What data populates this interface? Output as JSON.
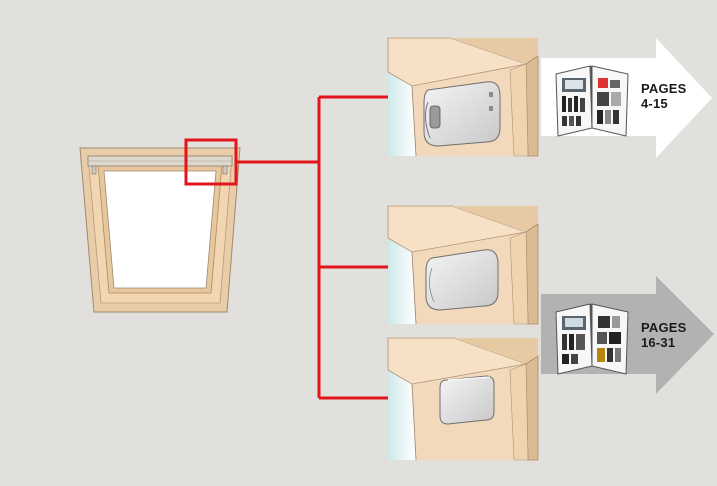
{
  "colors": {
    "background": "#e1e0dc",
    "connector": "#e3141b",
    "wall": "#f2d9bb",
    "frame": "#ebc99f",
    "glass": "#ffffff",
    "arrow_white": "#ffffff",
    "arrow_grey": "#b2b2b2"
  },
  "routes": [
    {
      "id": "top",
      "catalog_icon": "catalog-booklet-icon",
      "pages_label": "PAGES",
      "pages_range": "4-15"
    },
    {
      "id": "bottom",
      "catalog_icon": "catalog-booklet-icon",
      "pages_label": "PAGES",
      "pages_range": "16-31"
    }
  ],
  "details": [
    {
      "id": "bracket-rounded-slotted",
      "icon": "rounded-bracket-with-slot-icon"
    },
    {
      "id": "bracket-rounded-plain",
      "icon": "rounded-bracket-plain-icon"
    },
    {
      "id": "bracket-square",
      "icon": "square-bracket-icon"
    }
  ]
}
